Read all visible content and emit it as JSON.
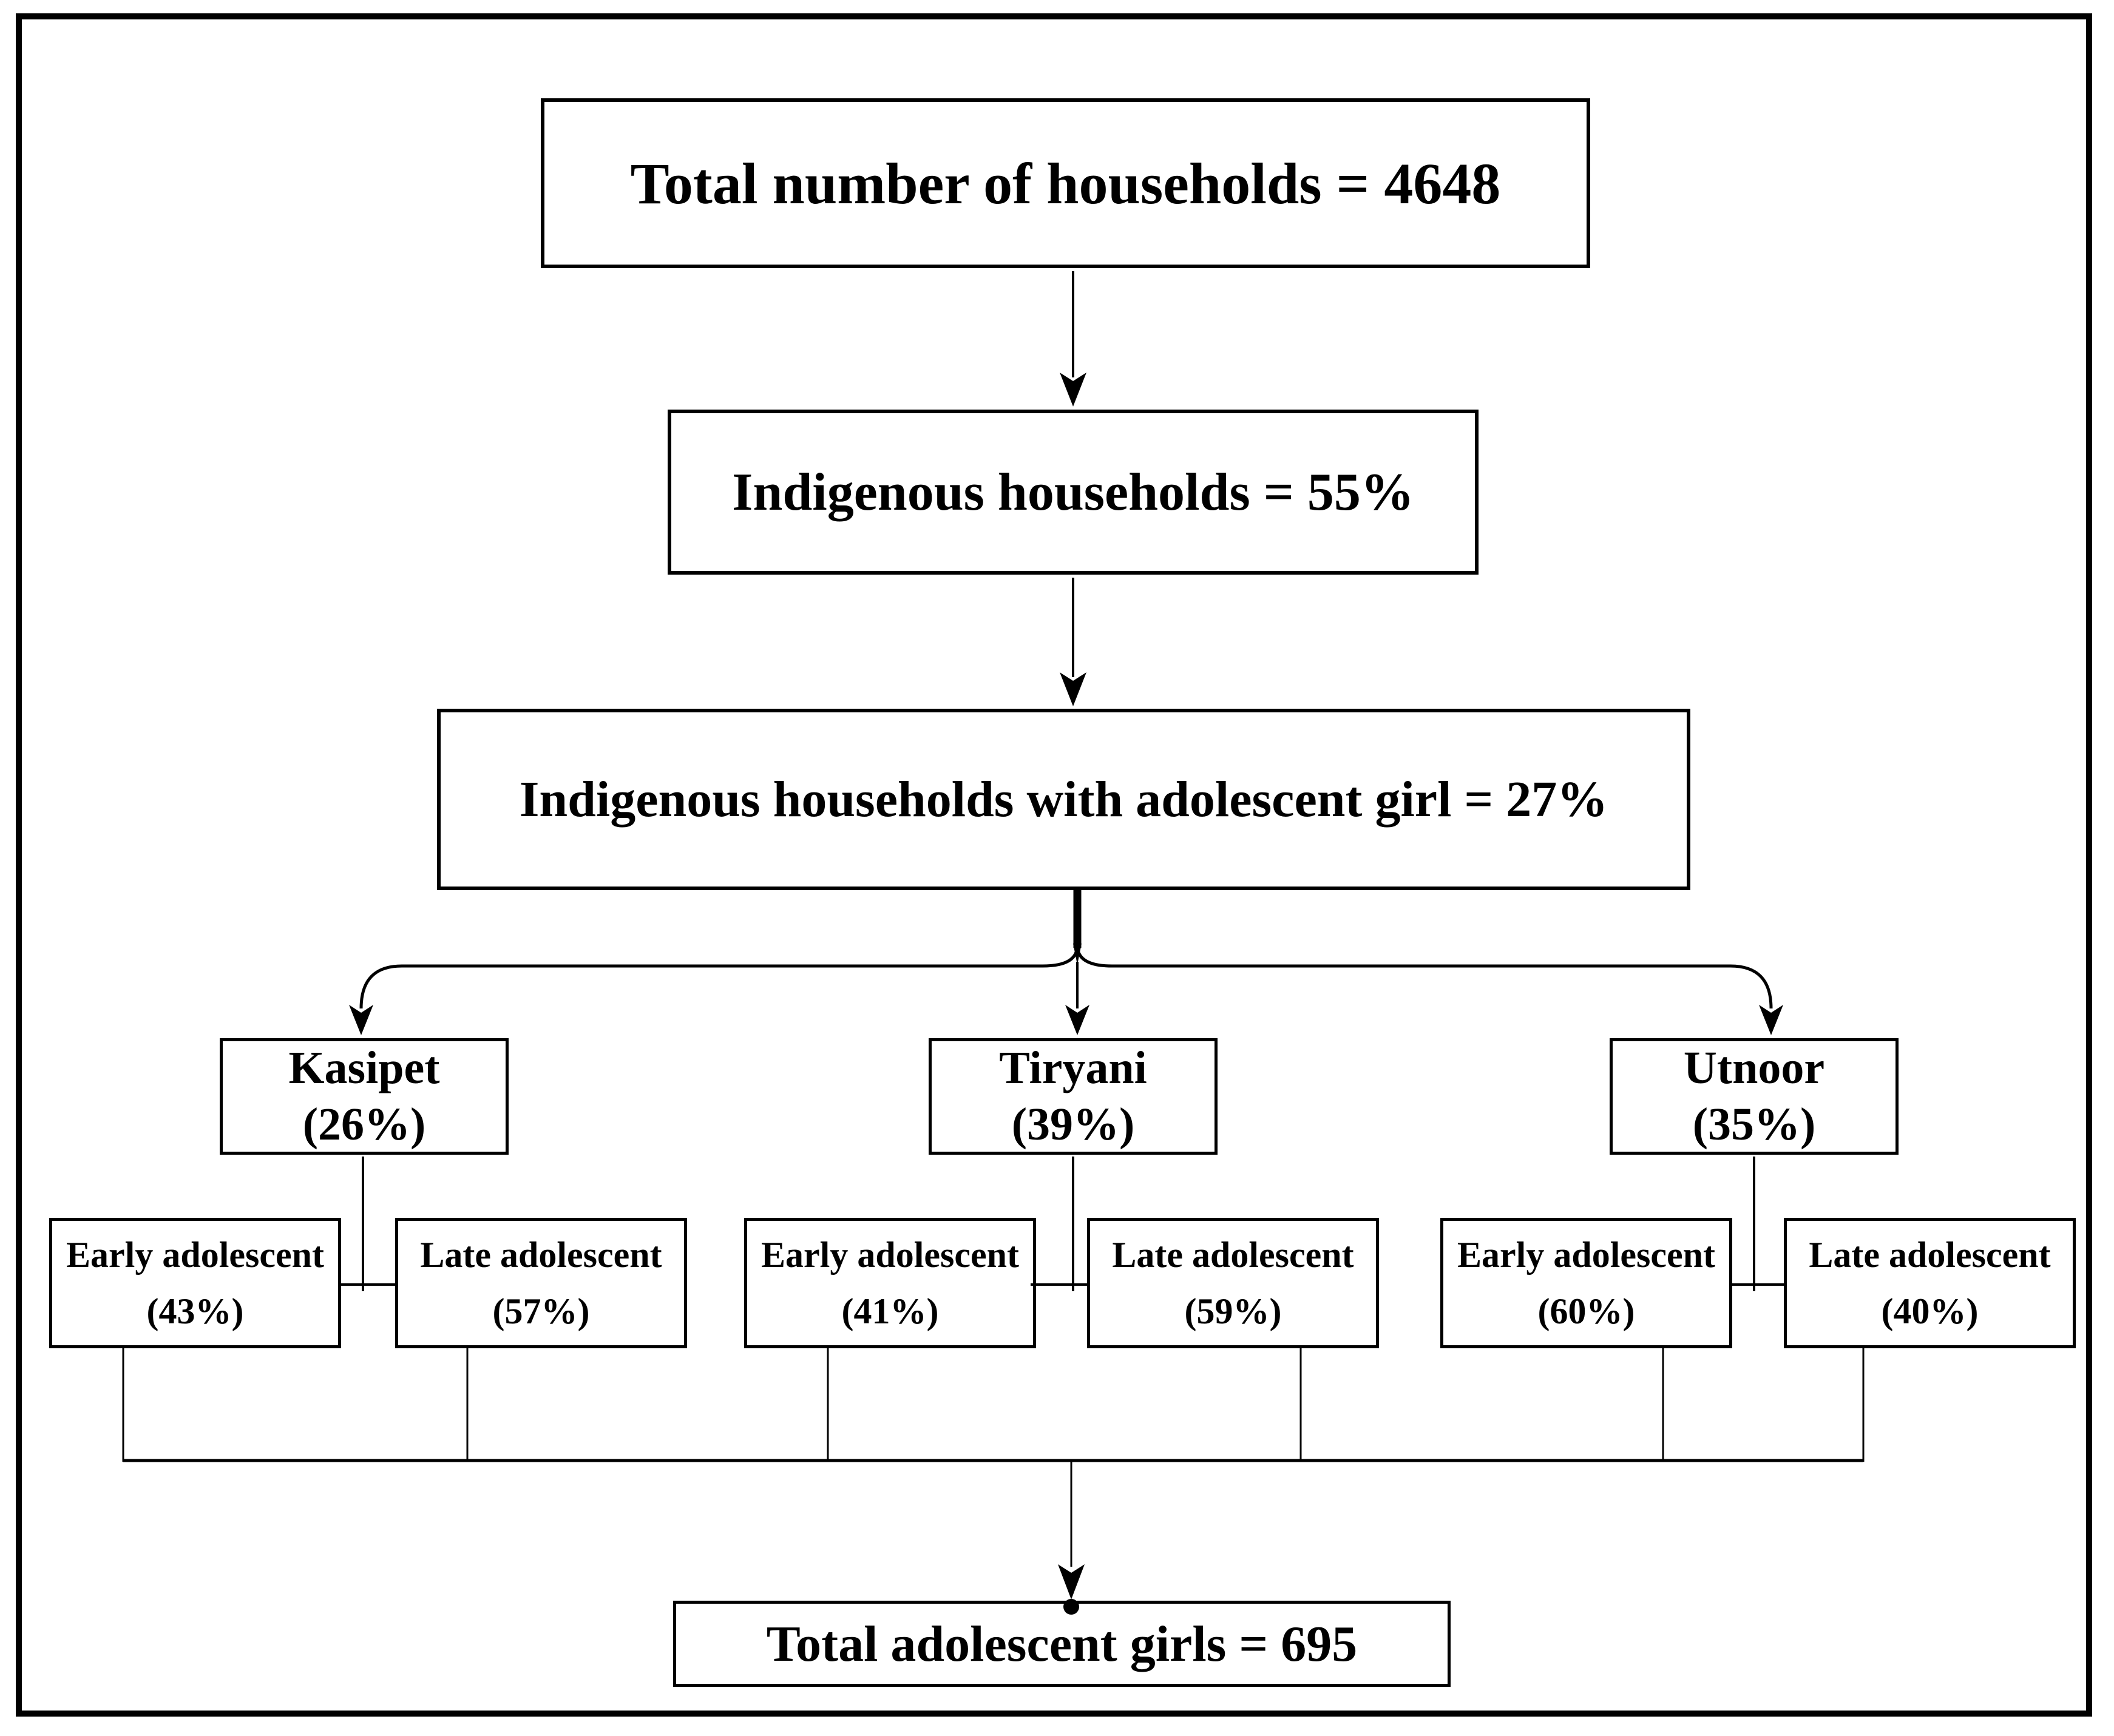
{
  "colors": {
    "ink": "#000000",
    "paper": "#ffffff"
  },
  "flowchart": {
    "root": {
      "label": "Total number of households = 4648"
    },
    "indigenous": {
      "label": "Indigenous households = 55%"
    },
    "indigenous_adolescent": {
      "label": "Indigenous households with adolescent girl = 27%"
    },
    "districts": [
      {
        "name": "Kasipet",
        "percent": "(26%)",
        "early": {
          "label": "Early adolescent",
          "percent": "(43%)"
        },
        "late": {
          "label": "Late adolescent",
          "percent": "(57%)"
        }
      },
      {
        "name": "Tiryani",
        "percent": "(39%)",
        "early": {
          "label": "Early adolescent",
          "percent": "(41%)"
        },
        "late": {
          "label": "Late adolescent",
          "percent": "(59%)"
        }
      },
      {
        "name": "Utnoor",
        "percent": "(35%)",
        "early": {
          "label": "Early adolescent",
          "percent": "(60%)"
        },
        "late": {
          "label": "Late adolescent",
          "percent": "(40%)"
        }
      }
    ],
    "total": {
      "label": "Total adolescent girls = 695"
    }
  }
}
